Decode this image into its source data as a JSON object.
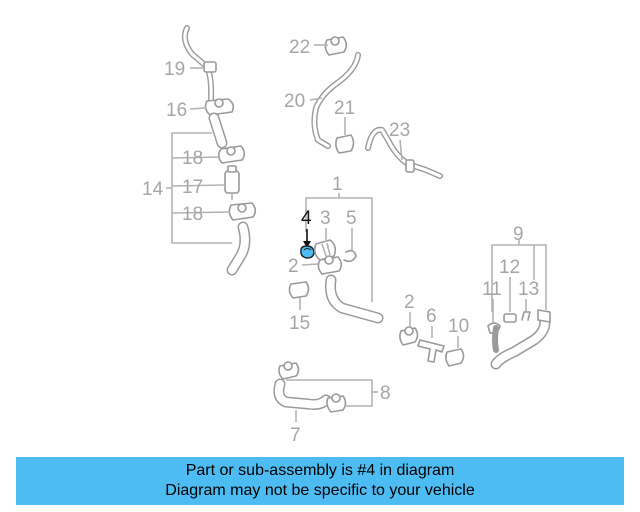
{
  "callouts": {
    "c1": "1",
    "c2a": "2",
    "c2b": "2",
    "c3": "3",
    "c4": "4",
    "c5": "5",
    "c6": "6",
    "c7": "7",
    "c8": "8",
    "c9": "9",
    "c10": "10",
    "c11": "11",
    "c12": "12",
    "c13": "13",
    "c14": "14",
    "c15": "15",
    "c16": "16",
    "c17": "17",
    "c18a": "18",
    "c18b": "18",
    "c19": "19",
    "c20": "20",
    "c21": "21",
    "c22": "22",
    "c23": "23"
  },
  "highlight_part": "4",
  "highlight_color": "#4dbcf2",
  "banner": {
    "line1": "Part or sub-assembly is #4 in diagram",
    "line2": "Diagram may not be specific to your vehicle",
    "color": "#4dbcf2"
  }
}
